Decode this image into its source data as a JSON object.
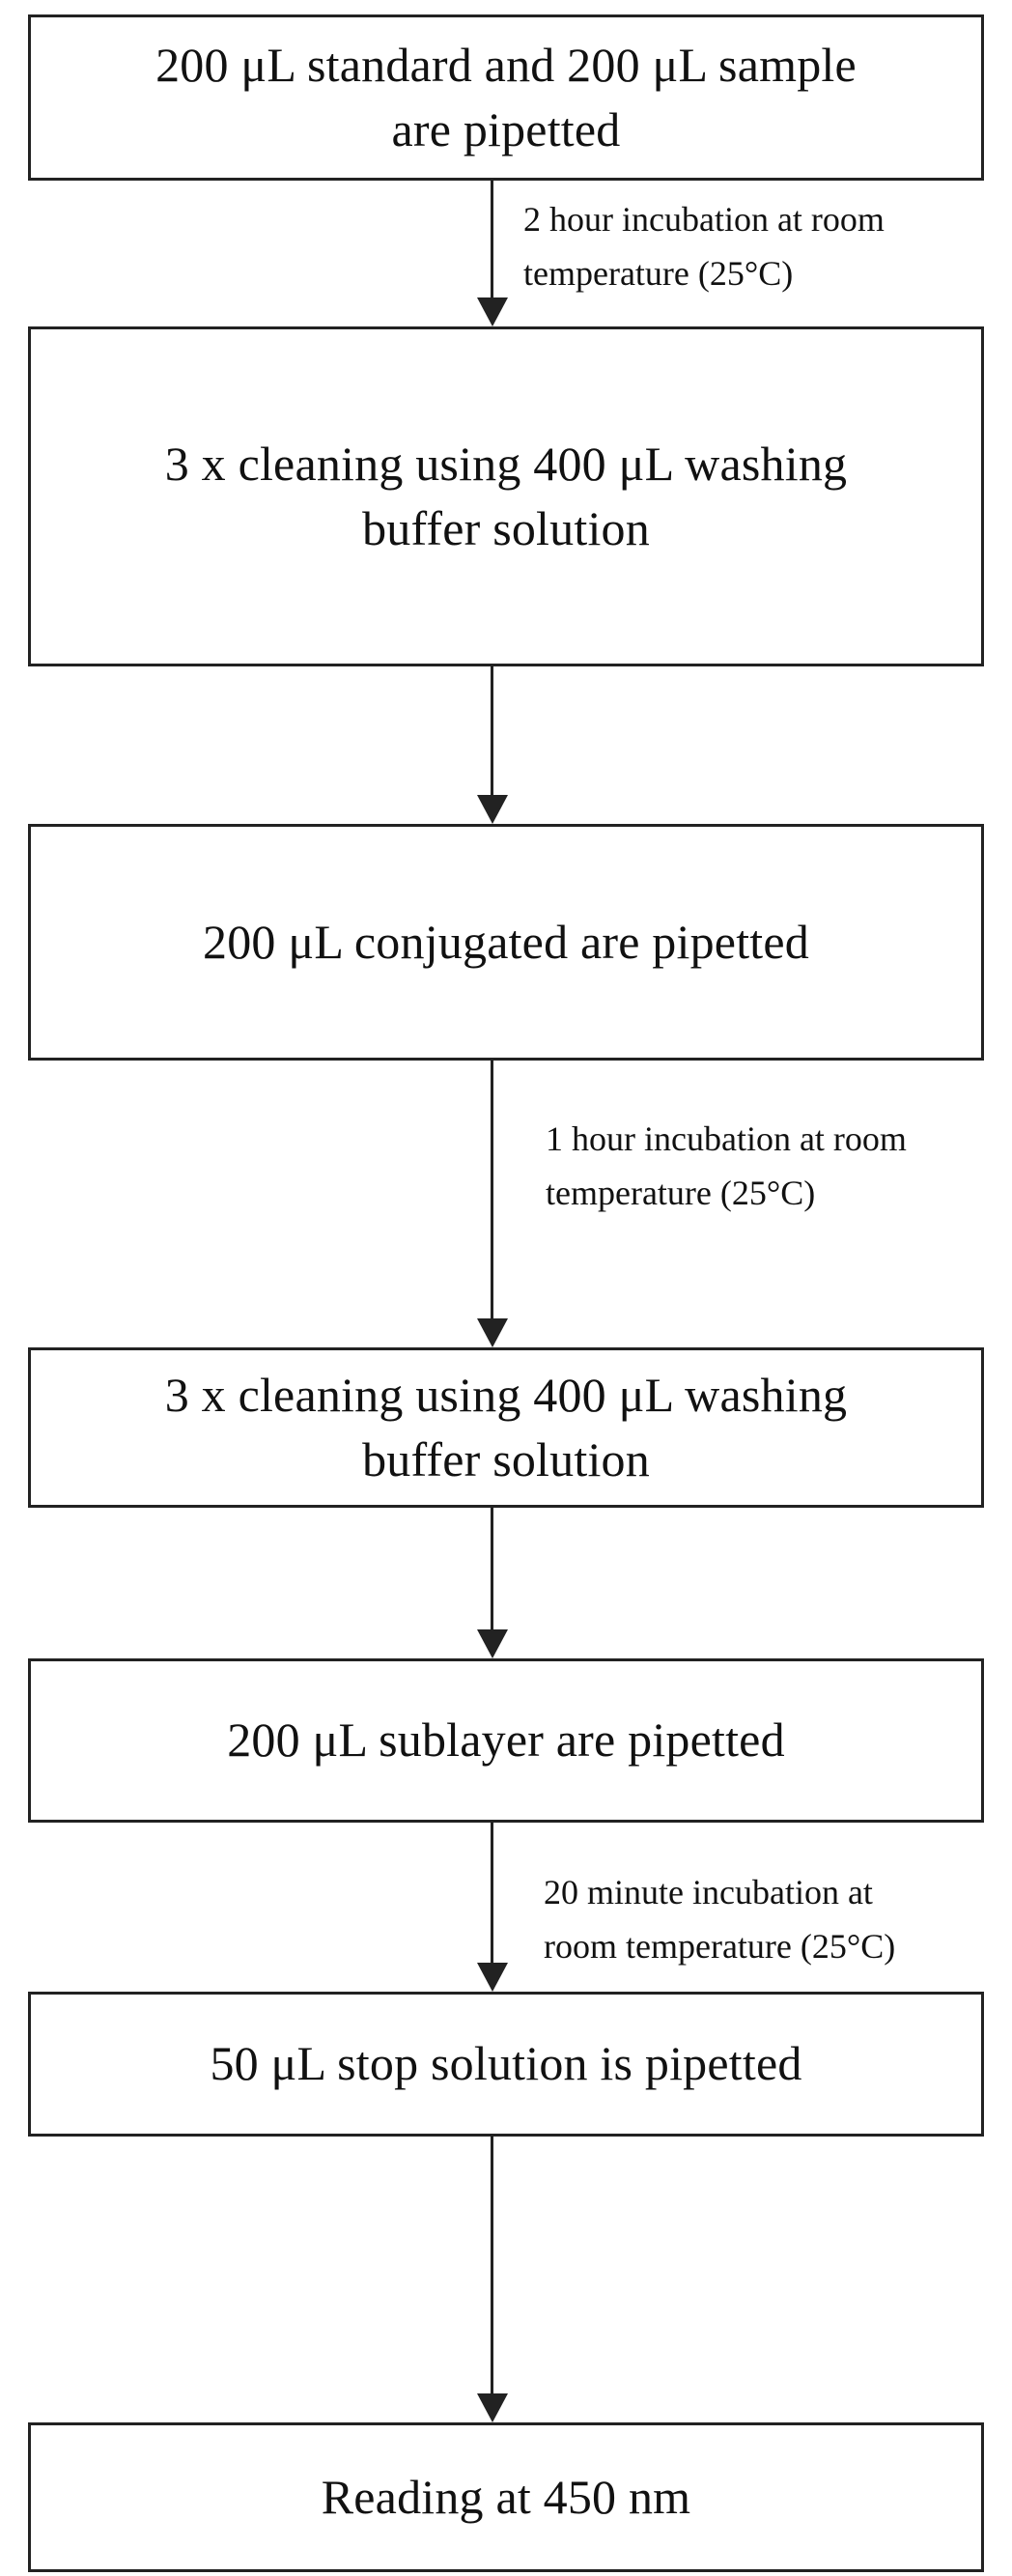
{
  "steps": [
    {
      "line1": "200 μL standard and 200 μL sample",
      "line2": "are pipetted"
    },
    {
      "line1": "3 x cleaning using 400 μL washing",
      "line2": "buffer solution"
    },
    {
      "line1": "200 μL conjugated are pipetted",
      "line2": ""
    },
    {
      "line1": "3 x cleaning using 400 μL washing",
      "line2": "buffer solution"
    },
    {
      "line1": "200 μL sublayer are pipetted",
      "line2": ""
    },
    {
      "line1": "50 μL stop solution is pipetted",
      "line2": ""
    },
    {
      "line1": "Reading at 450 nm",
      "line2": ""
    }
  ],
  "annotations": {
    "after_step1": {
      "line1": "2 hour incubation at room",
      "line2": "temperature (25°C)"
    },
    "after_step3": {
      "line1": "1 hour incubation at room",
      "line2": "temperature (25°C)"
    },
    "after_step5": {
      "line1": "20 minute incubation at",
      "line2": "room temperature (25°C)"
    }
  }
}
